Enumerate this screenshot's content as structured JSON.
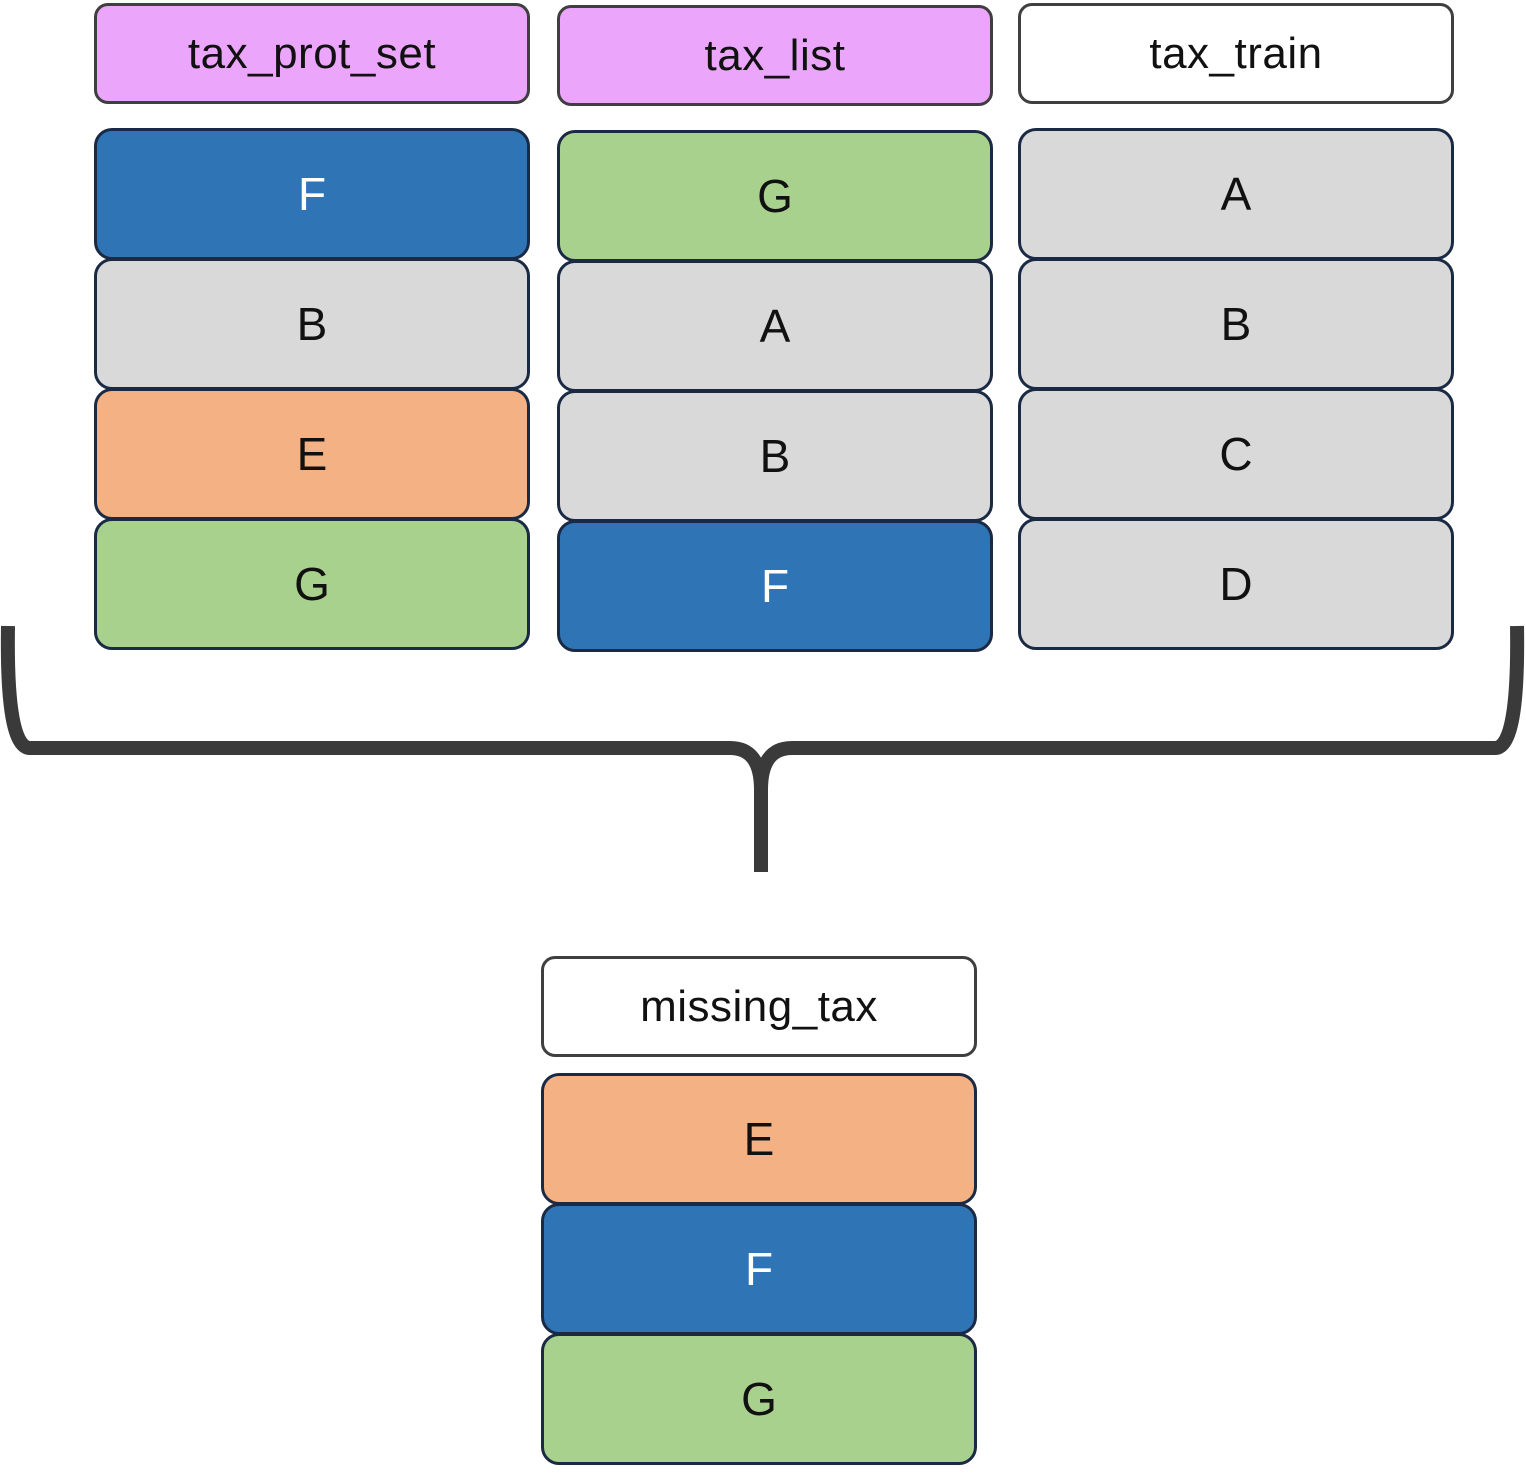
{
  "colors": {
    "blue": "#2f75b6",
    "gray": "#d9d9d9",
    "orange": "#f4b183",
    "green": "#a9d18e",
    "pink": "#eba6fc",
    "white": "#ffffff",
    "brace": "#3a3a3a"
  },
  "columns": [
    {
      "title": "tax_prot_set",
      "header_fill": "pink",
      "cells": [
        {
          "label": "F",
          "fill": "blue"
        },
        {
          "label": "B",
          "fill": "gray"
        },
        {
          "label": "E",
          "fill": "orange"
        },
        {
          "label": "G",
          "fill": "green"
        }
      ]
    },
    {
      "title": "tax_list",
      "header_fill": "pink",
      "cells": [
        {
          "label": "G",
          "fill": "green"
        },
        {
          "label": "A",
          "fill": "gray"
        },
        {
          "label": "B",
          "fill": "gray"
        },
        {
          "label": "F",
          "fill": "blue"
        }
      ]
    },
    {
      "title": "tax_train",
      "header_fill": "white",
      "cells": [
        {
          "label": "A",
          "fill": "gray"
        },
        {
          "label": "B",
          "fill": "gray"
        },
        {
          "label": "C",
          "fill": "gray"
        },
        {
          "label": "D",
          "fill": "gray"
        }
      ]
    }
  ],
  "result": {
    "title": "missing_tax",
    "header_fill": "white",
    "cells": [
      {
        "label": "E",
        "fill": "orange"
      },
      {
        "label": "F",
        "fill": "blue"
      },
      {
        "label": "G",
        "fill": "green"
      }
    ]
  }
}
